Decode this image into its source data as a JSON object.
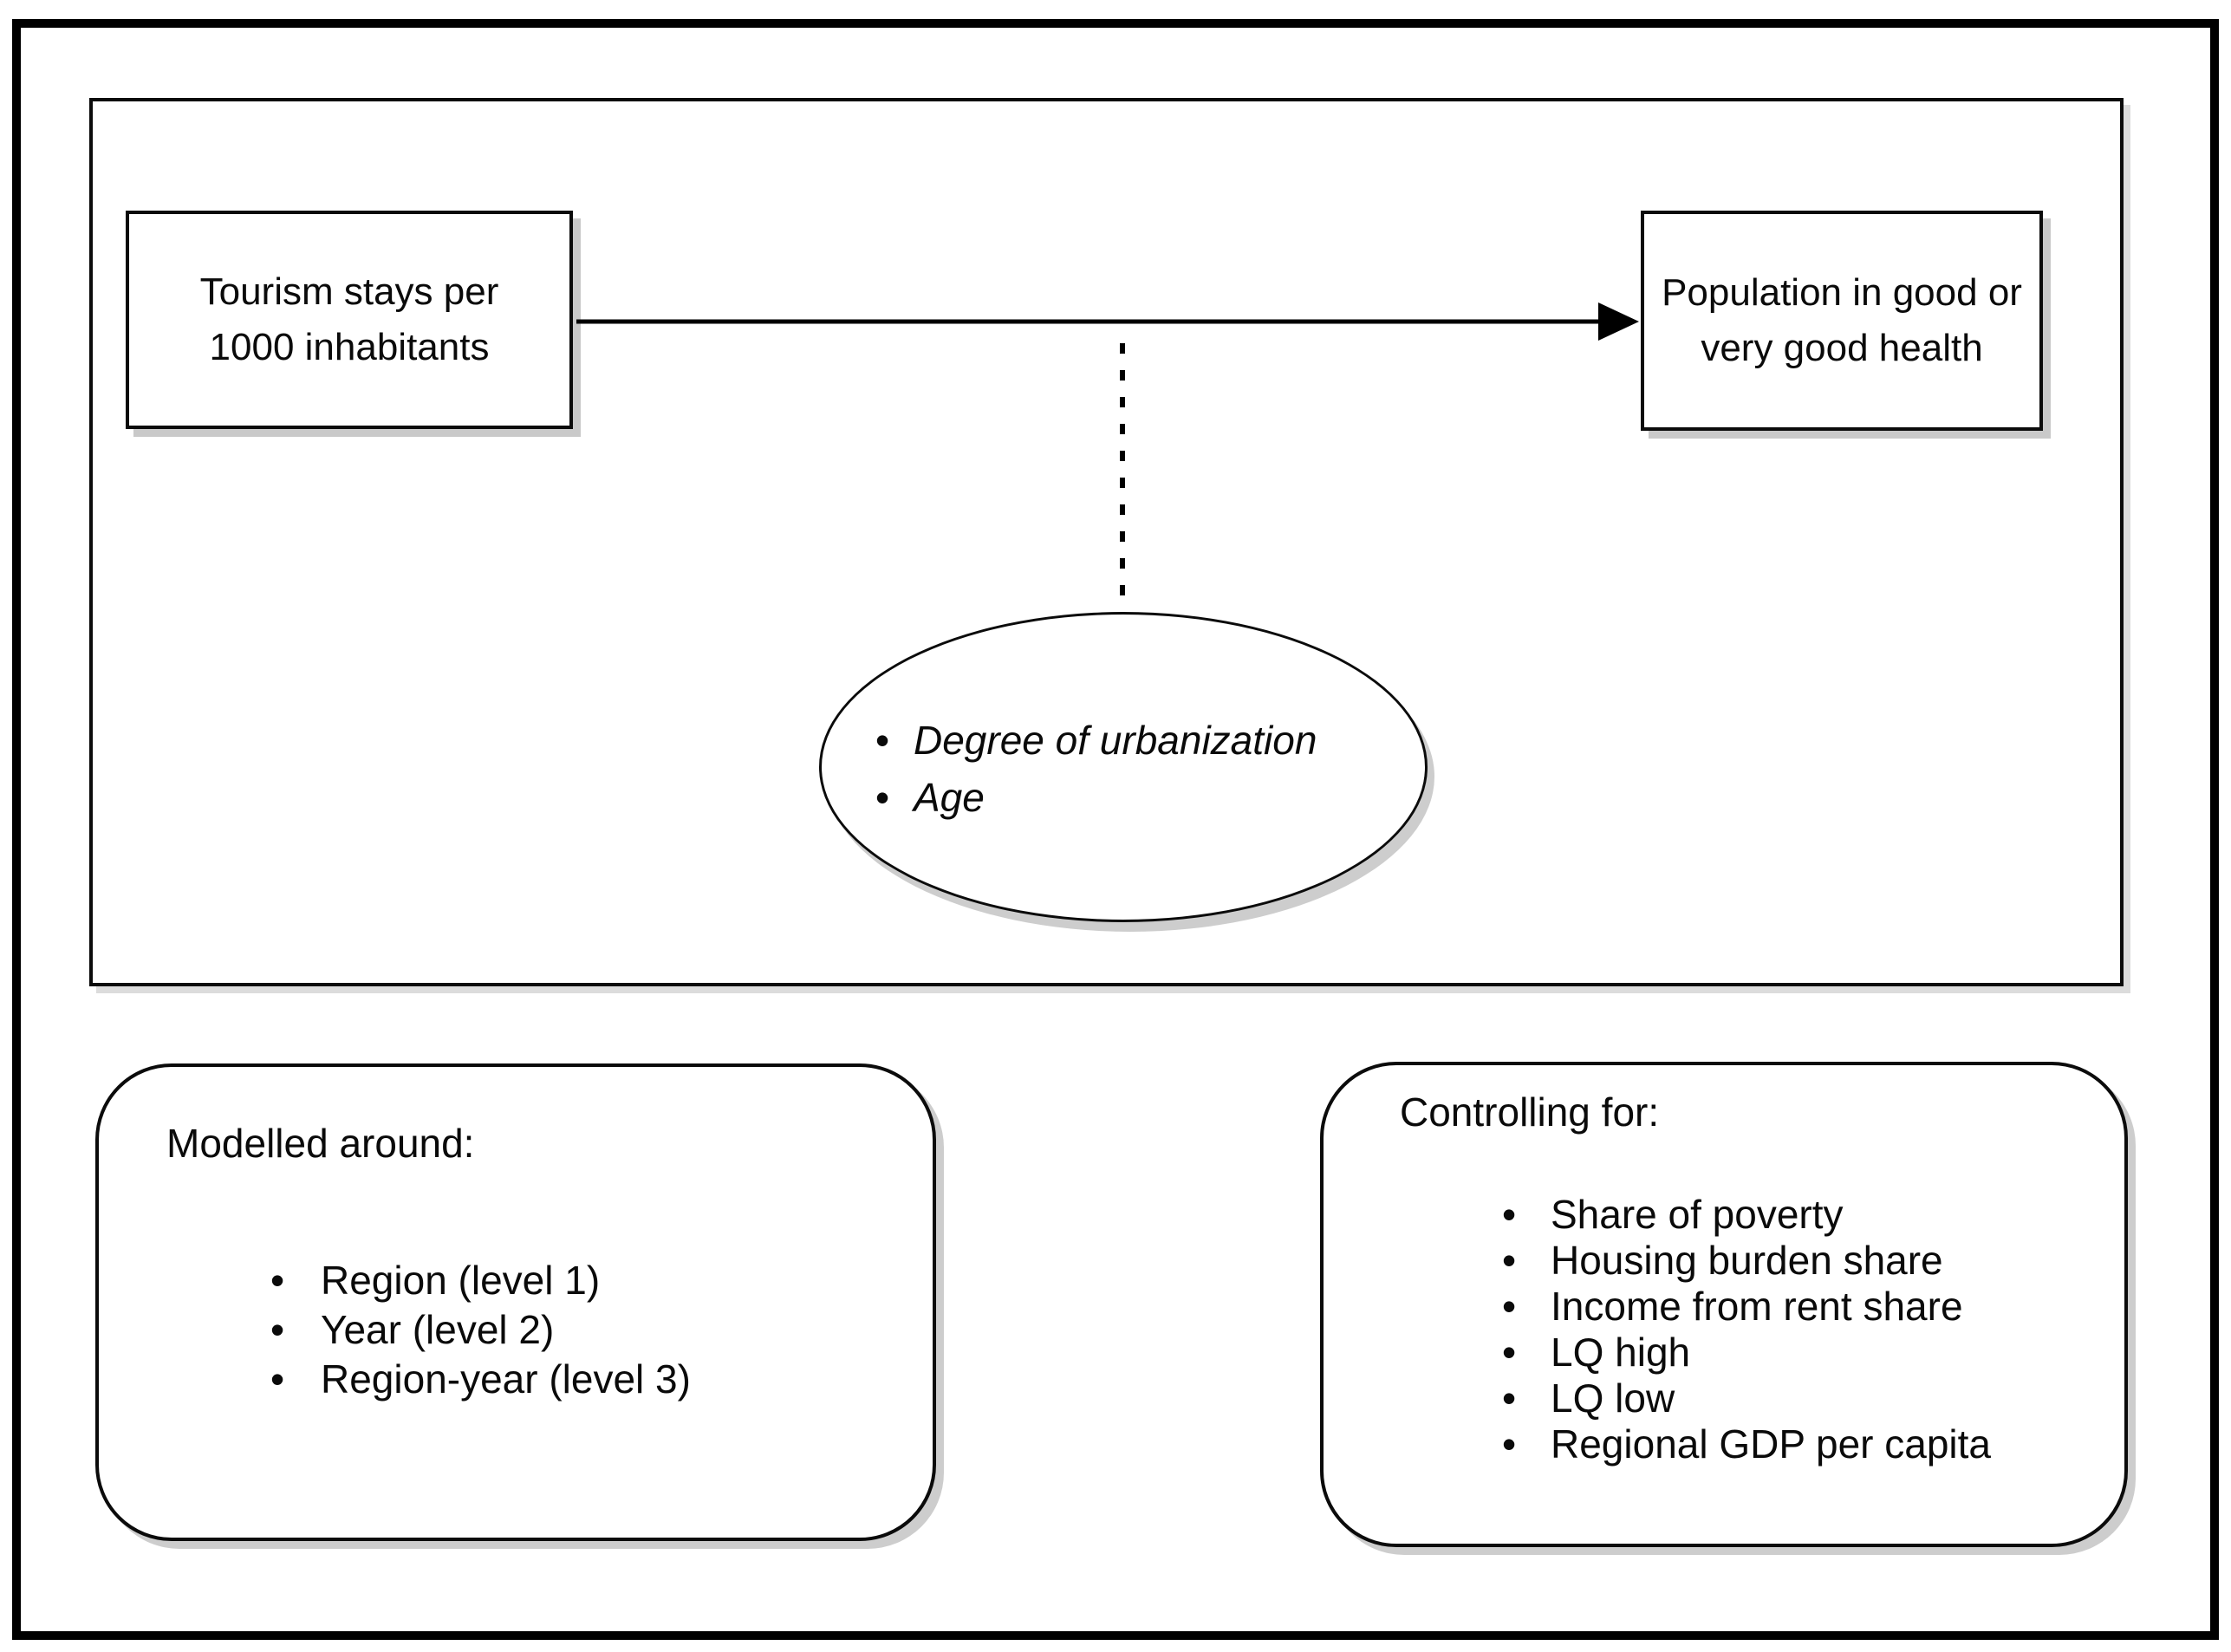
{
  "icons": {
    "bullet": "•"
  },
  "colors": {
    "background": "#ffffff",
    "stroke": "#000000",
    "shadow": "#c9c9c9"
  },
  "diagram": {
    "predictor_box": {
      "label": "Tourism stays per 1000 inhabitants",
      "lines": [
        "Tourism stays per",
        "1000 inhabitants"
      ]
    },
    "outcome_box": {
      "label": "Population in good or very good health",
      "lines": [
        "Population in good or",
        "very good health"
      ]
    },
    "moderators": {
      "items": [
        "Degree of urbanization",
        "Age"
      ]
    },
    "modelled_panel": {
      "heading": "Modelled around:",
      "items": [
        "Region (level 1)",
        "Year (level 2)",
        "Region-year (level 3)"
      ]
    },
    "controlling_panel": {
      "heading": "Controlling for:",
      "items": [
        "Share of poverty",
        "Housing burden share",
        "Income from rent share",
        "LQ high",
        "LQ low",
        "Regional GDP per capita"
      ]
    }
  }
}
